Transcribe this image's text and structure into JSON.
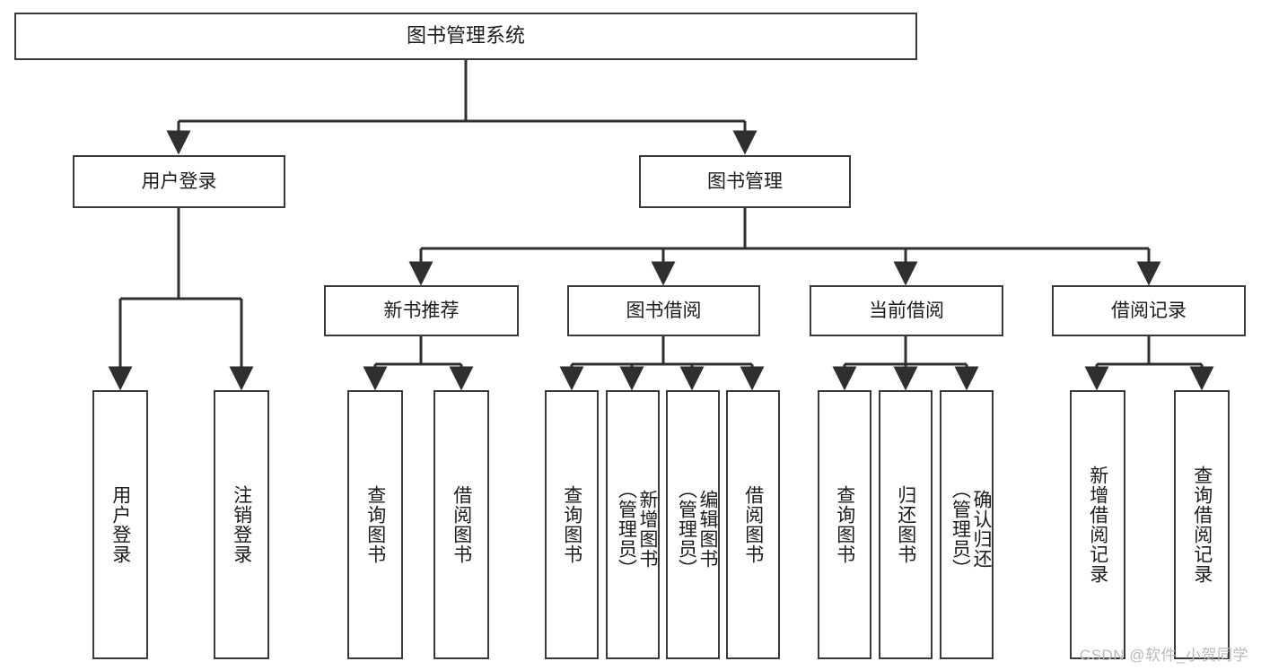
{
  "diagram": {
    "title": "图书管理系统",
    "type": "tree-hierarchy-diagram",
    "style": {
      "box_border": "#3a3a3a",
      "box_fill": "#ffffff",
      "connector": "#2f2f2f",
      "text": "#1b1b1b"
    },
    "nodes": {
      "root": {
        "label": "图书管理系统"
      },
      "level2": [
        {
          "label": "用户登录"
        },
        {
          "label": "图书管理"
        }
      ],
      "level3": [
        {
          "label": "新书推荐"
        },
        {
          "label": "图书借阅"
        },
        {
          "label": "当前借阅"
        },
        {
          "label": "借阅记录"
        }
      ],
      "leaves": {
        "user_login": [
          {
            "label": "用户登录"
          },
          {
            "label": "注销登录"
          }
        ],
        "new_book": [
          {
            "label": "查询图书"
          },
          {
            "label": "借阅图书"
          }
        ],
        "borrow_book": [
          {
            "label": "查询图书"
          },
          {
            "label": "新增图书\n（管理员）"
          },
          {
            "label": "编辑图书\n（管理员）"
          },
          {
            "label": "借阅图书"
          }
        ],
        "current_borrow": [
          {
            "label": "查询图书"
          },
          {
            "label": "归还图书"
          },
          {
            "label": "确认归还\n（管理员）"
          }
        ],
        "borrow_record": [
          {
            "label": "新增借阅记录"
          },
          {
            "label": "查询借阅记录"
          }
        ]
      }
    },
    "watermark": "CSDN @软件_小贺同学"
  }
}
